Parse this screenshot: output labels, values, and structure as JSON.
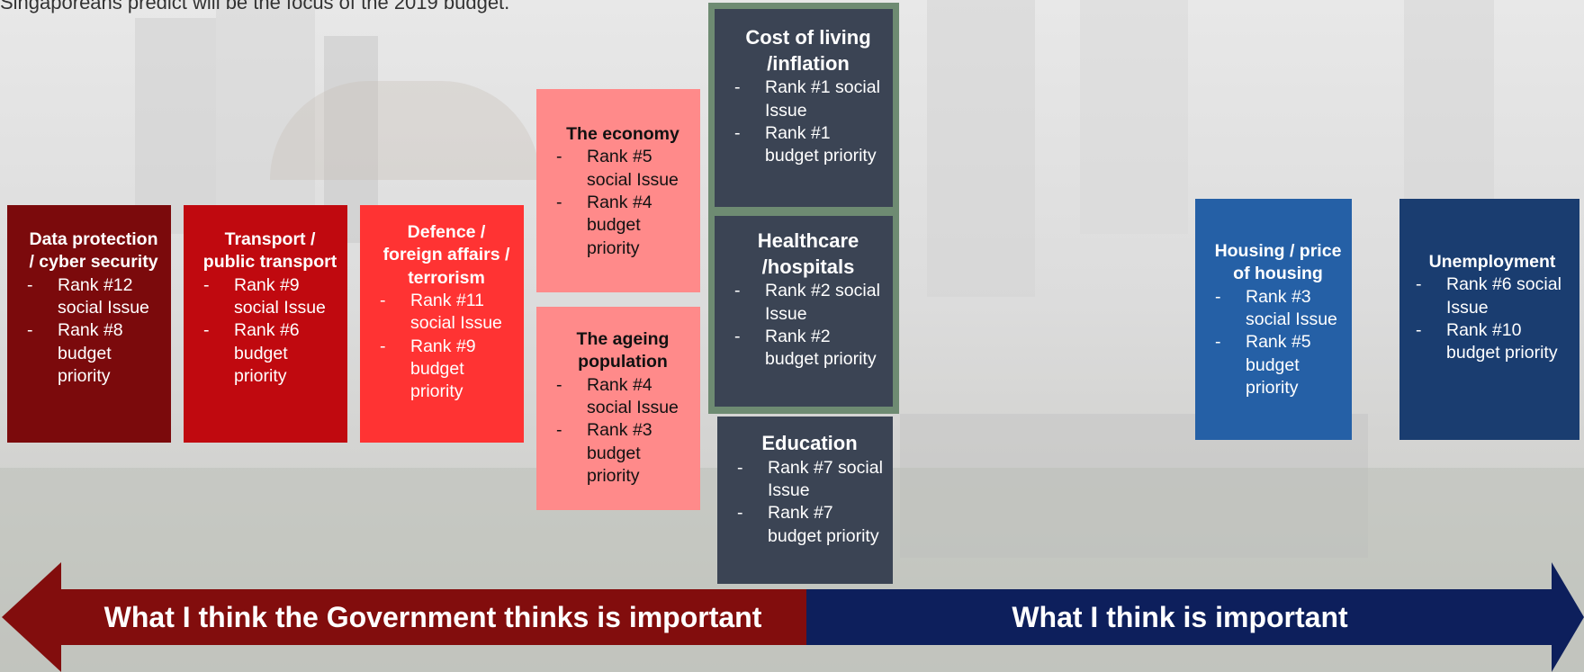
{
  "caption": "Singaporeans predict will be the focus of the 2019 budget.",
  "cards": {
    "data_protection": {
      "title": "Data protection / cyber security",
      "items": [
        "Rank #12 social Issue",
        "Rank #8 budget priority"
      ]
    },
    "transport": {
      "title": "Transport / public transport",
      "items": [
        "Rank #9 social Issue",
        "Rank #6 budget priority"
      ]
    },
    "defence": {
      "title": "Defence / foreign affairs / terrorism",
      "items": [
        "Rank #11 social Issue",
        "Rank #9 budget priority"
      ]
    },
    "economy": {
      "title": "The economy",
      "items": [
        "Rank #5 social Issue",
        "Rank #4 budget priority"
      ]
    },
    "ageing": {
      "title": "The ageing population",
      "items": [
        "Rank #4 social Issue",
        "Rank #3 budget priority"
      ]
    },
    "cost_of_living": {
      "title": "Cost of living /inflation",
      "items": [
        "Rank #1 social Issue",
        "Rank #1 budget priority"
      ]
    },
    "healthcare": {
      "title": "Healthcare /hospitals",
      "items": [
        "Rank #2 social Issue",
        "Rank #2 budget priority"
      ]
    },
    "education": {
      "title": "Education",
      "items": [
        "Rank #7 social Issue",
        "Rank #7 budget priority"
      ]
    },
    "housing": {
      "title": "Housing / price of housing",
      "items": [
        "Rank #3 social Issue",
        "Rank #5 budget priority"
      ]
    },
    "unemployment": {
      "title": "Unemployment",
      "items": [
        "Rank #6 social Issue",
        "Rank #10 budget priority"
      ]
    }
  },
  "arrow": {
    "left_label": "What I think the Government thinks is important",
    "right_label": "What I think is important"
  },
  "colors": {
    "dark_red": "#7b0a0c",
    "red": "#c0090f",
    "bright_red": "#ff3333",
    "pink": "#ff8a8a",
    "slate": "#3b4454",
    "blue": "#2560a6",
    "navy": "#1a3d70",
    "arrow_left": "#820d0d",
    "arrow_right": "#0d1f5c",
    "highlight_frame": "#6e8b72"
  }
}
